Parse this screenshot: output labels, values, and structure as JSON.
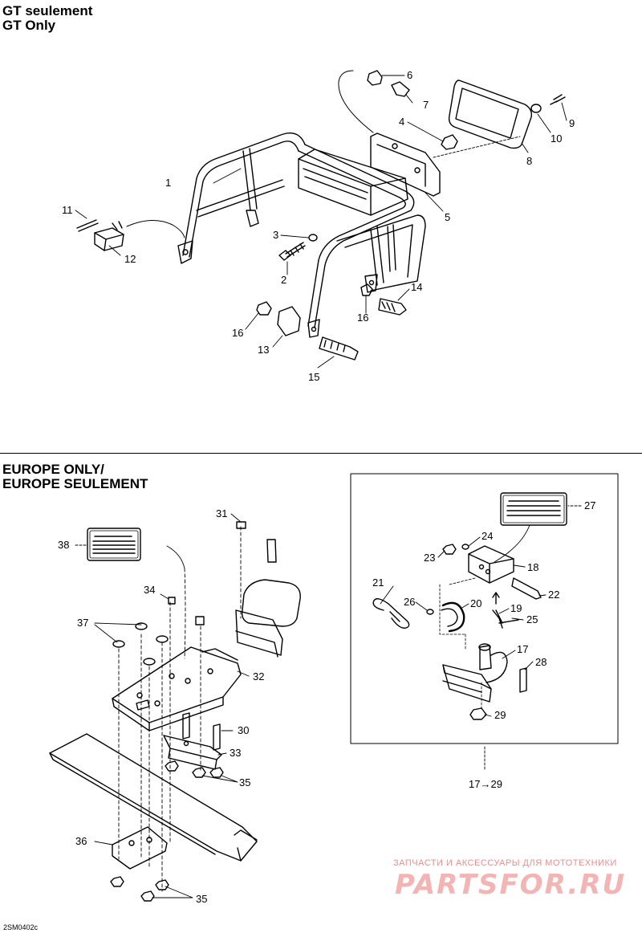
{
  "section_gt": {
    "title_line1": "GT seulement",
    "title_line2": "GT Only"
  },
  "section_europe": {
    "title_line1": "EUROPE ONLY/",
    "title_line2": "EUROPE SEULEMENT"
  },
  "callouts_top": [
    "1",
    "2",
    "3",
    "4",
    "5",
    "6",
    "7",
    "8",
    "9",
    "10",
    "11",
    "12",
    "13",
    "14",
    "15",
    "16",
    "16"
  ],
  "callouts_bottom": [
    "17",
    "18",
    "19",
    "20",
    "21",
    "22",
    "23",
    "24",
    "25",
    "26",
    "27",
    "28",
    "29",
    "30",
    "31",
    "32",
    "33",
    "34",
    "35",
    "35",
    "36",
    "37",
    "38",
    "17→29"
  ],
  "watermark": {
    "small": "ЗАПЧАСТИ И АКСЕССУАРЫ ДЛЯ МОТОТЕХНИКИ",
    "big": "PARTSFOR.RU"
  },
  "drawing_code": "2SM0402c"
}
